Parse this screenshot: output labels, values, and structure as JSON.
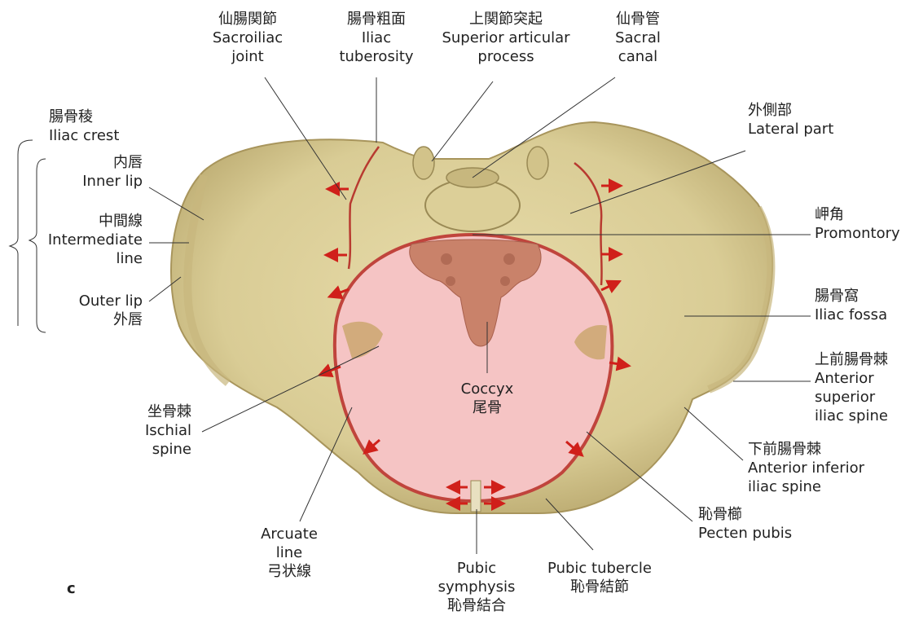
{
  "figure_letter": "c",
  "labels": {
    "sacroiliac_joint": {
      "ja": "仙腸関節",
      "en1": "Sacroiliac",
      "en2": "joint"
    },
    "iliac_tuberosity": {
      "ja": "腸骨粗面",
      "en1": "Iliac",
      "en2": "tuberosity"
    },
    "superior_articular_process": {
      "ja": "上関節突起",
      "en1": "Superior articular",
      "en2": "process"
    },
    "sacral_canal": {
      "ja": "仙骨管",
      "en1": "Sacral",
      "en2": "canal"
    },
    "iliac_crest": {
      "ja": "腸骨稜",
      "en": "Iliac crest"
    },
    "inner_lip": {
      "ja": "内唇",
      "en": "Inner lip"
    },
    "intermediate_line": {
      "ja": "中間線",
      "en1": "Intermediate",
      "en2": "line"
    },
    "outer_lip": {
      "en": "Outer lip",
      "ja": "外唇"
    },
    "lateral_part": {
      "ja": "外側部",
      "en": "Lateral part"
    },
    "promontory": {
      "ja": "岬角",
      "en": "Promontory"
    },
    "iliac_fossa": {
      "ja": "腸骨窩",
      "en": "Iliac fossa"
    },
    "asis": {
      "ja": "上前腸骨棘",
      "en1": "Anterior",
      "en2": "superior",
      "en3": "iliac spine"
    },
    "aiis": {
      "ja": "下前腸骨棘",
      "en1": "Anterior inferior",
      "en2": "iliac spine"
    },
    "pecten_pubis": {
      "ja": "恥骨櫛",
      "en": "Pecten pubis"
    },
    "pubic_tubercle": {
      "en": "Pubic tubercle",
      "ja": "恥骨結節"
    },
    "pubic_symphysis": {
      "en1": "Pubic",
      "en2": "symphysis",
      "ja": "恥骨結合"
    },
    "arcuate_line": {
      "en1": "Arcuate",
      "en2": "line",
      "ja": "弓状線"
    },
    "ischial_spine": {
      "ja": "坐骨棘",
      "en1": "Ischial",
      "en2": "spine"
    },
    "coccyx": {
      "en": "Coccyx",
      "ja": "尾骨"
    }
  },
  "colors": {
    "bone": "#d9cc95",
    "bone_shade": "#b5a56a",
    "inlet": "#f5c4c4",
    "inlet_border": "#c0443c",
    "sacrum": "#c9826a",
    "arrow": "#d0201a",
    "leader": "#333333"
  }
}
